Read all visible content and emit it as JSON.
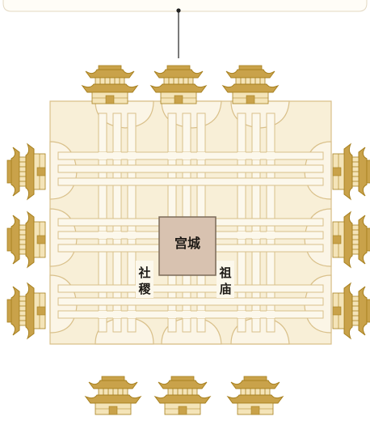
{
  "labels": {
    "palace": "宫城",
    "altar_line1": "社",
    "altar_line2": "稷",
    "temple_line1": "祖",
    "temple_line2": "庙"
  },
  "colors": {
    "wall_fill": "#f8efd7",
    "road": "#d9c08a",
    "road_fill": "#fcf8ec",
    "gate": "#c9a24a",
    "gate_dark": "#a7801f",
    "palace_fill": "#d8c2b0",
    "palace_stroke": "#7a6a59",
    "text": "#1d1a16",
    "callout_line": "#222222"
  },
  "icons": {
    "gate": "gate-tower-icon"
  }
}
